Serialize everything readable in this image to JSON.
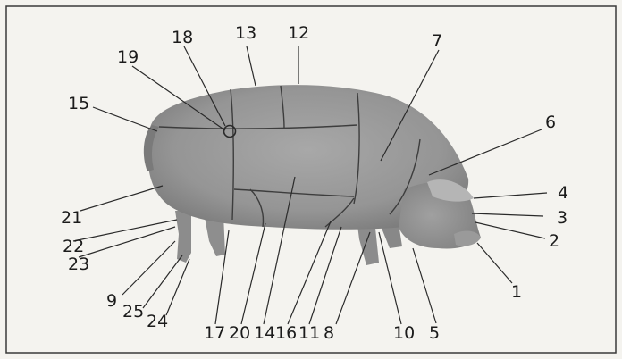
{
  "labels": {
    "l1": "1",
    "l2": "2",
    "l3": "3",
    "l4": "4",
    "l5": "5",
    "l6": "6",
    "l7": "7",
    "l8": "8",
    "l9": "9",
    "l10": "10",
    "l11": "11",
    "l12": "12",
    "l13": "13",
    "l14": "14",
    "l15": "15",
    "l16": "16",
    "l17": "17",
    "l18": "18",
    "l19": "19",
    "l20": "20",
    "l21": "21",
    "l22": "22",
    "l23": "23",
    "l24": "24",
    "l25": "25"
  },
  "colors": {
    "background": "#f4f3ef",
    "frame": "#3a3a3a",
    "body": "#9b9b9b",
    "leader": "#2a2a2a"
  }
}
